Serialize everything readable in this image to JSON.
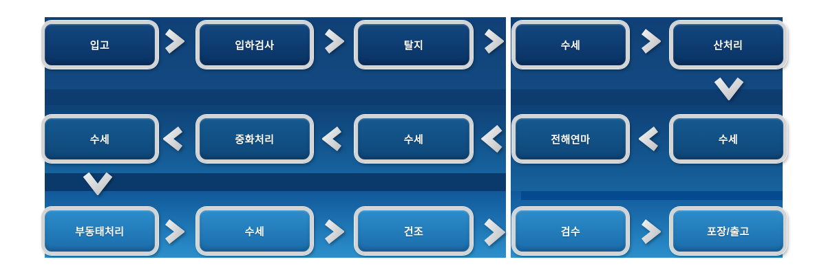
{
  "flow": {
    "steps": [
      {
        "label": "입고"
      },
      {
        "label": "입하검사"
      },
      {
        "label": "탈지"
      },
      {
        "label": "수세"
      },
      {
        "label": "산처리"
      },
      {
        "label": "수세"
      },
      {
        "label": "전해연마"
      },
      {
        "label": "수세"
      },
      {
        "label": "중화처리"
      },
      {
        "label": "수세"
      },
      {
        "label": "부동태처리"
      },
      {
        "label": "수세"
      },
      {
        "label": "건조"
      },
      {
        "label": "검수"
      },
      {
        "label": "포장/출고"
      }
    ]
  },
  "colors": {
    "band1-a": "#0f4076",
    "band1-b": "#134a81",
    "sep1": "#0c3c70",
    "band2-a": "#0e4176",
    "band2-b": "#16639e",
    "sep2": "#0a3a6c",
    "band3-a": "#11589a",
    "band3-b": "#2b90cc",
    "stripe-right": "#054a8e",
    "btn1-a": "#12477f",
    "btn1-b": "#093264",
    "btn2-a": "#155a90",
    "btn2-b": "#0e4679",
    "btn3-a": "#2c8dca",
    "btn3-b": "#1b6cab",
    "btn-border": "#d2d4d6",
    "chev-a": "#eceded",
    "chev-b": "#c4c6c8",
    "text": "#ffffff"
  }
}
